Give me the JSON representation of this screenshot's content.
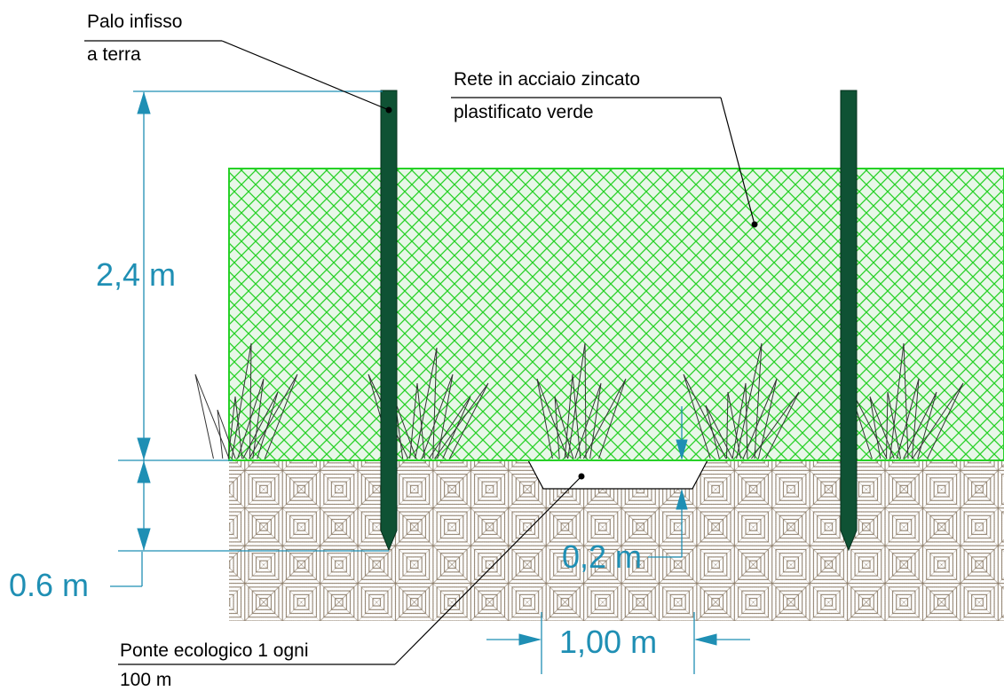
{
  "labels": {
    "post_line1": "Palo infisso",
    "post_line2": "a terra",
    "mesh_line1": "Rete in acciaio zincato",
    "mesh_line2": "plastificato verde",
    "bridge_line1": "Ponte ecologico 1 ogni",
    "bridge_line2": "100 m"
  },
  "dimensions": {
    "height_above": "2,4 m",
    "depth_below": "0.6 m",
    "channel_depth": "0,2 m",
    "channel_width": "1,00 m"
  },
  "colors": {
    "dimension": "#1f8fb4",
    "post": "#0f5234",
    "mesh": "#27d127",
    "mesh_fill": "#dff5df",
    "soil": "#8a7a66",
    "grass": "#333333"
  }
}
